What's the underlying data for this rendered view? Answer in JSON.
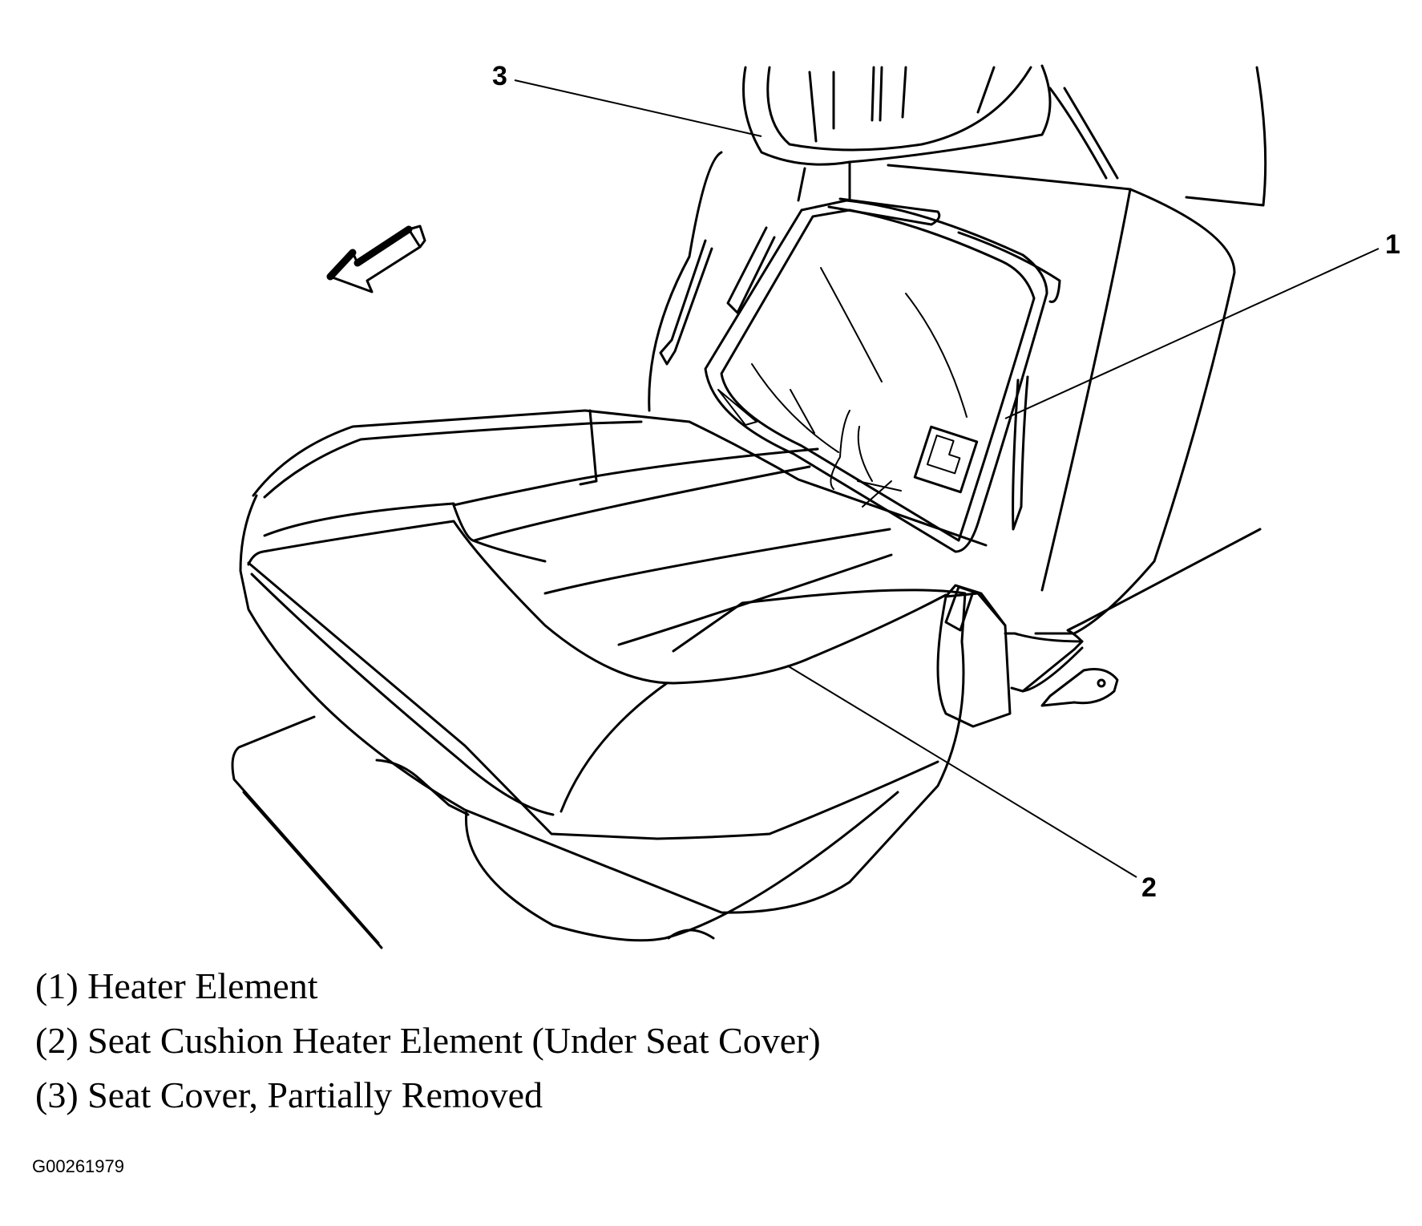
{
  "callouts": [
    "1",
    "2",
    "3"
  ],
  "legend": [
    "(1) Heater Element",
    "(2) Seat Cushion Heater Element (Under Seat Cover)",
    "(3) Seat Cover, Partially Removed"
  ],
  "figure_id": "G00261979"
}
